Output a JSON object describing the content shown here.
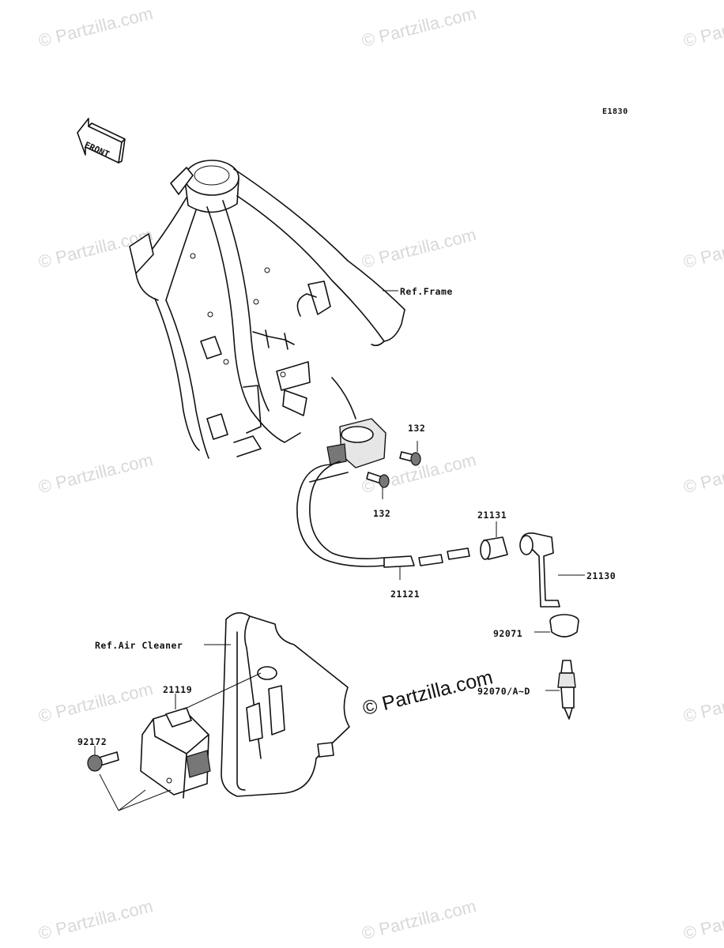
{
  "diagram": {
    "code": "E1830",
    "front_label": "FRONT",
    "watermark": "© Partzilla.com",
    "center_watermark": "© Partzilla.com",
    "callouts": {
      "ref_frame": "Ref.Frame",
      "bolt_upper": "132",
      "bolt_lower": "132",
      "cap": "21131",
      "plug_cap": "21130",
      "coil_lead": "21121",
      "ref_air_cleaner": "Ref.Air Cleaner",
      "igniter": "21119",
      "grommet": "92071",
      "spark_plug": "92070/A~D",
      "igniter_bolt": "92172"
    }
  }
}
